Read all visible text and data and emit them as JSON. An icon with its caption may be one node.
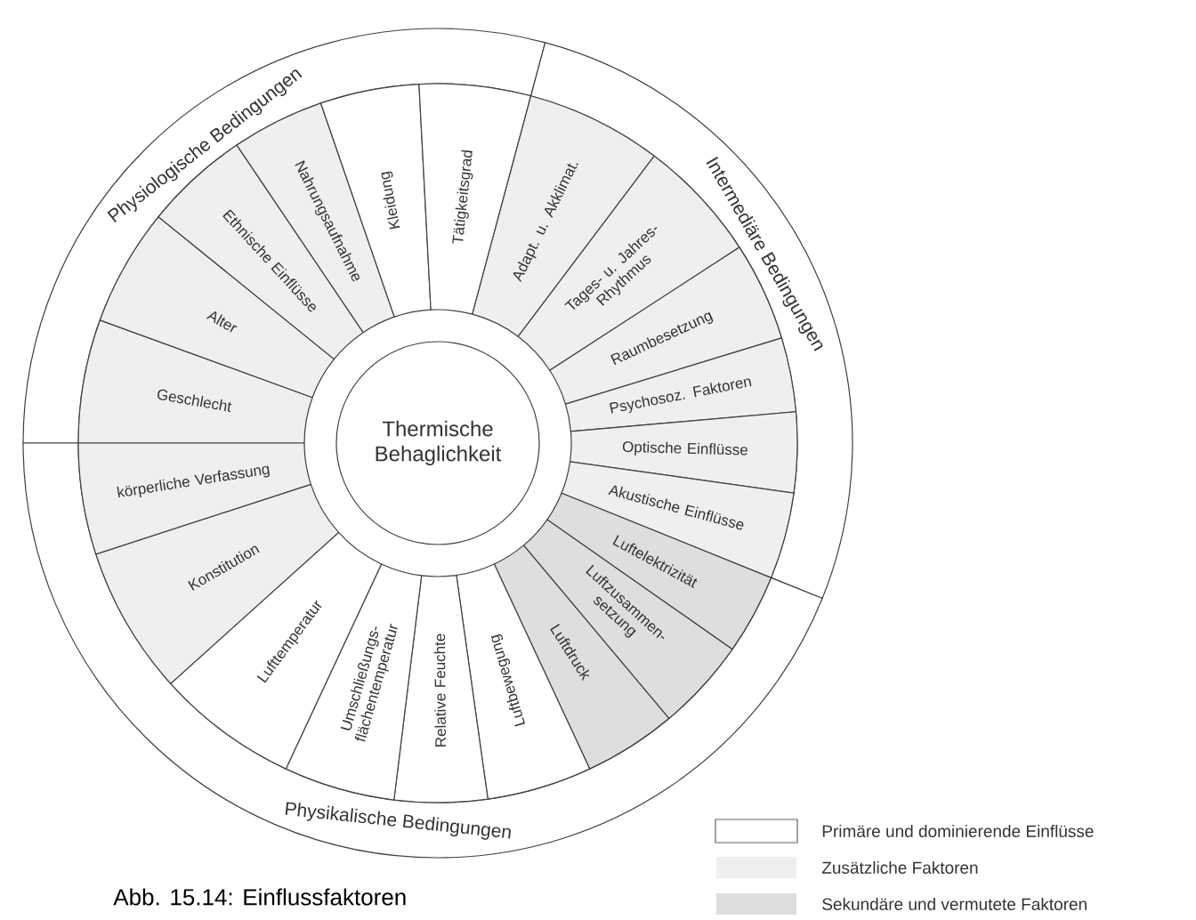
{
  "diagram": {
    "caption": "Abb. 15.14: Einflussfaktoren",
    "nodes": [
      {
        "text": [
          "Thermische Behaglichkeit"
        ]
      },
      {
        "text": [
          "Physiologische Bedingungen"
        ]
      },
      {
        "text": [
          "Intermediäre Bedingungen"
        ]
      },
      {
        "text": [
          "Physikalische Bedingungen"
        ]
      },
      {
        "text": [
          "Geschlecht"
        ]
      },
      {
        "text": [
          "Alter"
        ]
      },
      {
        "text": [
          "Ethnische Einflüsse"
        ]
      },
      {
        "text": [
          "Nahrungsaufnahme"
        ]
      },
      {
        "text": [
          "Kleidung"
        ]
      },
      {
        "text": [
          "Tätigkeitsgrad"
        ]
      },
      {
        "text": [
          "Adapt. u. Akklimat."
        ]
      },
      {
        "text": [
          "Tages- u. Jahres- Rhythmus"
        ]
      },
      {
        "text": [
          "Raumbesetzung"
        ]
      },
      {
        "text": [
          "Psychosoz. Faktoren"
        ]
      },
      {
        "text": [
          "Optische Einflüsse"
        ]
      },
      {
        "text": [
          "Akustische Einflüsse"
        ]
      },
      {
        "text": [
          "Luftelektrizität"
        ]
      },
      {
        "text": [
          "Luftzusammen- setzung"
        ]
      },
      {
        "text": [
          "Luftdruck"
        ]
      },
      {
        "text": [
          "Luftbewegung"
        ]
      },
      {
        "text": [
          "Relative Feuchte"
        ]
      },
      {
        "text": [
          "Umschließungs- flächentemperatur"
        ]
      },
      {
        "text": [
          "Lufttemperatur"
        ]
      },
      {
        "text": [
          "Konstitution"
        ]
      },
      {
        "text": [
          "körperliche Verfassung"
        ]
      }
    ],
    "legend": [
      {
        "text": "Primäre und dominierende Einflüsse"
      },
      {
        "text": "Zusätzliche Faktoren",
        "color": "#efefef"
      },
      {
        "text": "Sekundäre und vermutete Faktoren",
        "color": "#dedede"
      }
    ]
  }
}
